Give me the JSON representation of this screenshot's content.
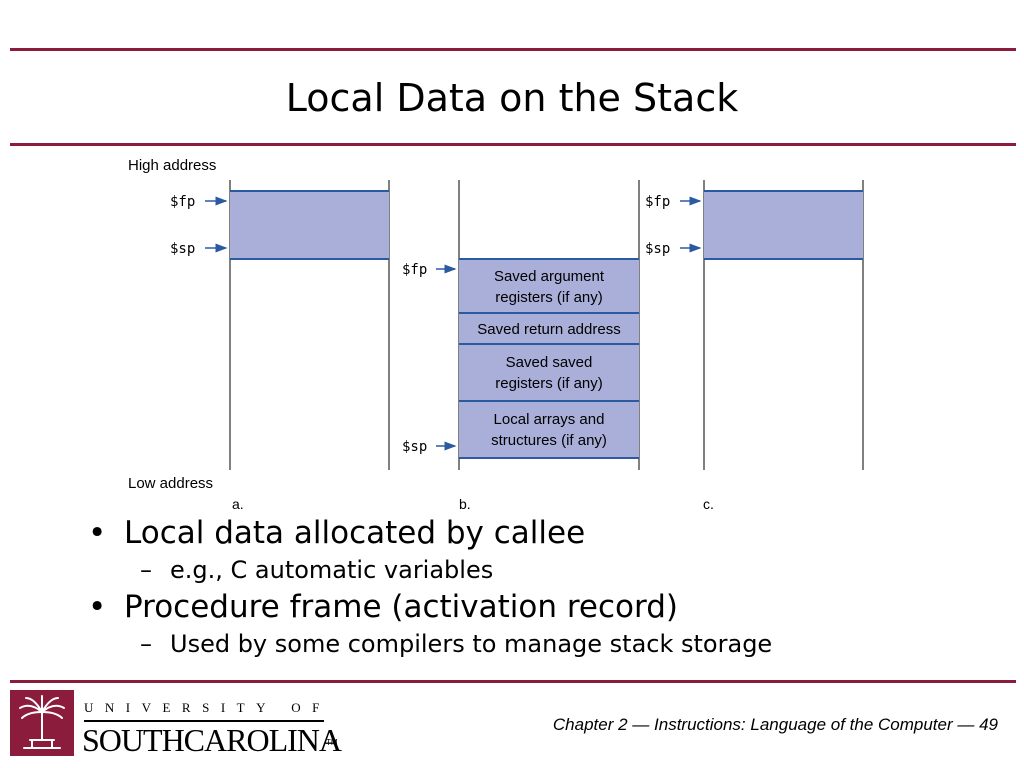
{
  "slide": {
    "title": "Local Data on the Stack",
    "footer": "Chapter 2 — Instructions: Language of the Computer — 49"
  },
  "logo": {
    "top_text": "UNIVERSITY OF",
    "main_text": "SOUTHCAROLINA",
    "trademark": "TM",
    "icon": "palmetto-tree-icon",
    "seal_color": "#8b1c3b"
  },
  "colors": {
    "rule": "#8b1c3b",
    "frame_fill": "#a9afd8",
    "frame_line": "#2c5aa0"
  },
  "diagram": {
    "high_address": "High address",
    "low_address": "Low address",
    "panel_labels": [
      "a.",
      "b.",
      "c."
    ],
    "pointer_fp": "$fp",
    "pointer_sp": "$sp",
    "frame_sections": [
      {
        "line1": "Saved argument",
        "line2": "registers (if any)"
      },
      {
        "line1": "Saved return address",
        "line2": ""
      },
      {
        "line1": "Saved saved",
        "line2": "registers (if any)"
      },
      {
        "line1": "Local arrays and",
        "line2": "structures (if any)"
      }
    ]
  },
  "bullets": [
    {
      "text": "Local data allocated by callee",
      "sub": "e.g., C automatic variables"
    },
    {
      "text": "Procedure frame (activation record)",
      "sub": "Used by some compilers to manage stack storage"
    }
  ]
}
